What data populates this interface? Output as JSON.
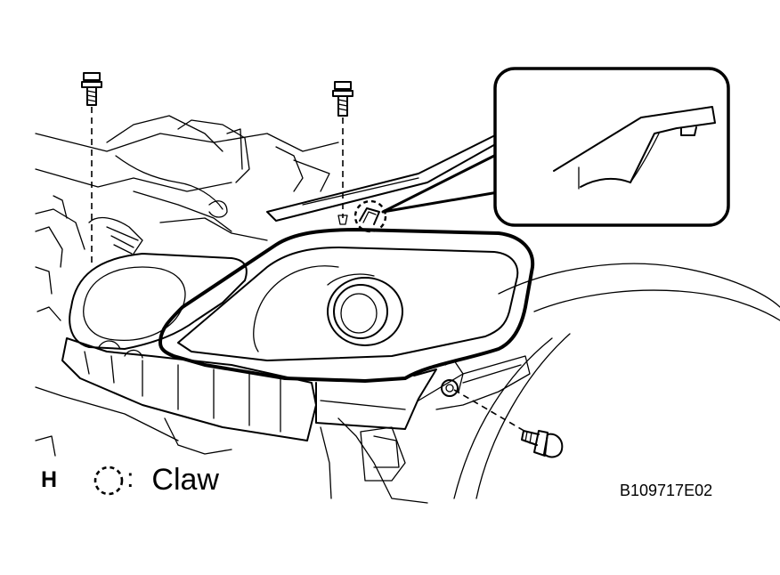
{
  "figure": {
    "view_letter": "H",
    "legend": {
      "symbol_icon": "dashed-circle-icon",
      "separator": ":",
      "label": "Claw"
    },
    "figure_code": "B109717E02"
  }
}
